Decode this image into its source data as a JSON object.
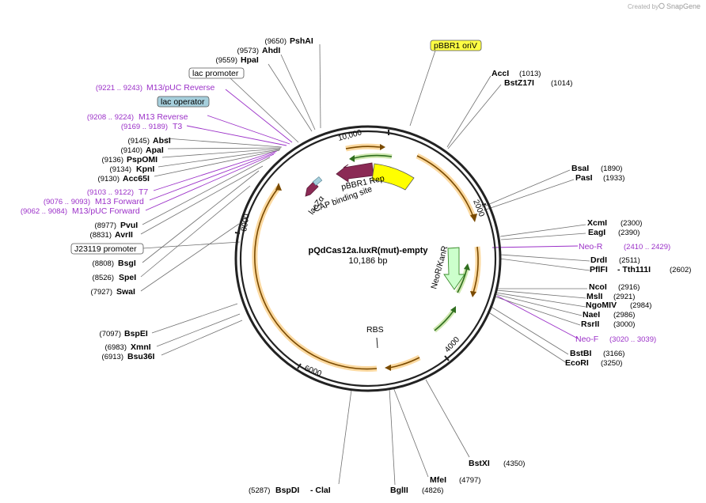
{
  "plasmid": {
    "name": "pQdCas12a.luxR(mut)-empty",
    "size": "10,186 bp",
    "length": 10186
  },
  "credit": {
    "text": "Created by",
    "brand": "SnapGene"
  },
  "ticks": [
    "2000",
    "4000",
    "6000",
    "8000",
    "10,000"
  ],
  "features": [
    {
      "label": "pBBR1 Rep"
    },
    {
      "label": "NeoR/KanR"
    },
    {
      "label": "RBS"
    },
    {
      "label": "lacZα"
    },
    {
      "label": "CAP binding site"
    }
  ],
  "boxed_features": [
    {
      "label": "pBBR1 oriV",
      "fill": "#ffff44"
    },
    {
      "label": "lac promoter",
      "fill": "#ffffff"
    },
    {
      "label": "lac operator",
      "fill": "#a6cfdc"
    },
    {
      "label": "J23119 promoter",
      "fill": "#ffffff"
    }
  ],
  "right_sites": [
    {
      "name": "AccI",
      "pos": "(1013)"
    },
    {
      "name": "BstZ17I",
      "pos": "(1014)"
    },
    {
      "name": "BsaI",
      "pos": "(1890)"
    },
    {
      "name": "PasI",
      "pos": "(1933)"
    },
    {
      "name": "XcmI",
      "pos": "(2300)"
    },
    {
      "name": "EagI",
      "pos": "(2390)"
    },
    {
      "name": "DrdI",
      "pos": "(2511)"
    },
    {
      "name": "PflFI",
      "pos": ""
    },
    {
      "name": "- Tth111I",
      "pos": "(2602)"
    },
    {
      "name": "NcoI",
      "pos": "(2916)"
    },
    {
      "name": "MslI",
      "pos": "(2921)"
    },
    {
      "name": "NgoMIV",
      "pos": "(2984)"
    },
    {
      "name": "NaeI",
      "pos": "(2986)"
    },
    {
      "name": "RsrII",
      "pos": "(3000)"
    },
    {
      "name": "BstBI",
      "pos": "(3166)"
    },
    {
      "name": "EcoRI",
      "pos": "(3250)"
    },
    {
      "name": "BstXI",
      "pos": "(4350)"
    },
    {
      "name": "MfeI",
      "pos": "(4797)"
    },
    {
      "name": "BglII",
      "pos": "(4826)"
    }
  ],
  "right_primers": [
    {
      "name": "Neo-R",
      "pos": "(2410 .. 2429)"
    },
    {
      "name": "Neo-F",
      "pos": "(3020 .. 3039)"
    }
  ],
  "bottom_sites": [
    {
      "pos": "(5287)",
      "name": "BspDI",
      "name2": "- ClaI"
    }
  ],
  "left_sites": [
    {
      "pos": "(9650)",
      "name": "PshAI"
    },
    {
      "pos": "(9573)",
      "name": "AhdI"
    },
    {
      "pos": "(9559)",
      "name": "HpaI"
    },
    {
      "pos": "(9145)",
      "name": "AbsI"
    },
    {
      "pos": "(9140)",
      "name": "ApaI"
    },
    {
      "pos": "(9136)",
      "name": "PspOMI"
    },
    {
      "pos": "(9134)",
      "name": "KpnI"
    },
    {
      "pos": "(9130)",
      "name": "Acc65I"
    },
    {
      "pos": "(8977)",
      "name": "PvuI"
    },
    {
      "pos": "(8831)",
      "name": "AvrII"
    },
    {
      "pos": "(8808)",
      "name": "BsgI"
    },
    {
      "pos": "(8526)",
      "name": "SpeI"
    },
    {
      "pos": "(7927)",
      "name": "SwaI"
    },
    {
      "pos": "(7097)",
      "name": "BspEI"
    },
    {
      "pos": "(6983)",
      "name": "XmnI"
    },
    {
      "pos": "(6913)",
      "name": "Bsu36I"
    }
  ],
  "left_primers": [
    {
      "pos": "(9221 .. 9243)",
      "name": "M13/pUC Reverse"
    },
    {
      "pos": "(9208 .. 9224)",
      "name": "M13 Reverse"
    },
    {
      "pos": "(9169 .. 9189)",
      "name": "T3"
    },
    {
      "pos": "(9103 .. 9122)",
      "name": "T7"
    },
    {
      "pos": "(9076 .. 9093)",
      "name": "M13 Forward"
    },
    {
      "pos": "(9062 .. 9084)",
      "name": "M13/pUC Forward"
    }
  ],
  "colors": {
    "backbone": "#222222",
    "orf": "#f7a521",
    "orf_glow": "#fbd9a0",
    "pbbr1_rep": "#8b2a55",
    "orivfill": "#ffff00",
    "neo": "#ccffcc",
    "neo_line": "#3a8a2a",
    "lacz": "#8b2a55",
    "lac_operator": "#a6cfdc",
    "primer": "#9b30c8",
    "site_line": "#707070"
  }
}
